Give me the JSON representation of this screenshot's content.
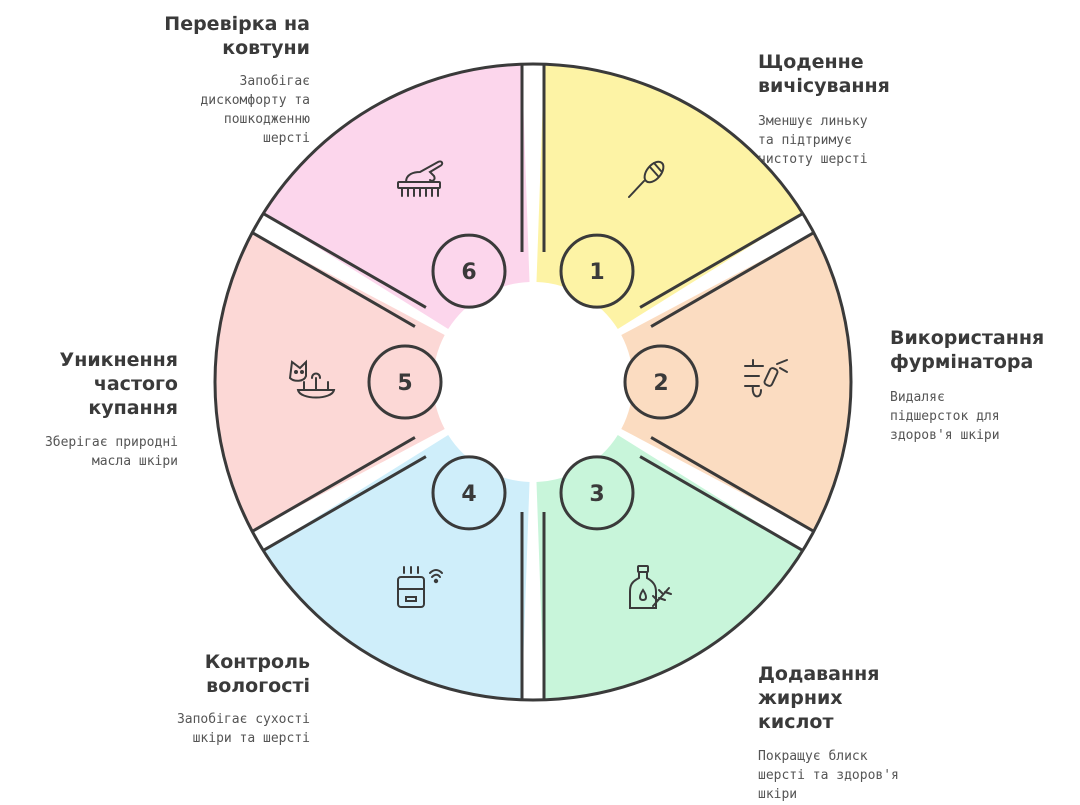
{
  "diagram": {
    "stroke_color": "#3a3a3a",
    "items": [
      {
        "number": "1",
        "title": "Щоденне\nвичісування",
        "description": "Зменшує линьку\nта підтримує\nчистоту шерсті",
        "color": "#fdf3a5",
        "icon": "brush-icon"
      },
      {
        "number": "2",
        "title": "Використання\nфурмінатора",
        "description": "Видаляє\nпідшерсток для\nздоров'я шкіри",
        "color": "#fbdcc1",
        "icon": "deshedding-tool-icon"
      },
      {
        "number": "3",
        "title": "Додавання\nжирних\nкислот",
        "description": "Покращує блиск\nшерсті та здоров'я\nшкіри",
        "color": "#c8f5da",
        "icon": "oil-bottle-icon"
      },
      {
        "number": "4",
        "title": "Контроль\nвологості",
        "description": "Запобігає сухості\nшкіри та шерсті",
        "color": "#cfeefa",
        "icon": "humidifier-icon"
      },
      {
        "number": "5",
        "title": "Уникнення\nчастого\nкупання",
        "description": "Зберігає природні\nмасла шкіри",
        "color": "#fcd8d6",
        "icon": "cat-bath-icon"
      },
      {
        "number": "6",
        "title": "Перевірка на\nковтуни",
        "description": "Запобігає\nдискомфорту та\nпошкодженню\nшерсті",
        "color": "#fcd6ec",
        "icon": "comb-hand-icon"
      }
    ]
  }
}
